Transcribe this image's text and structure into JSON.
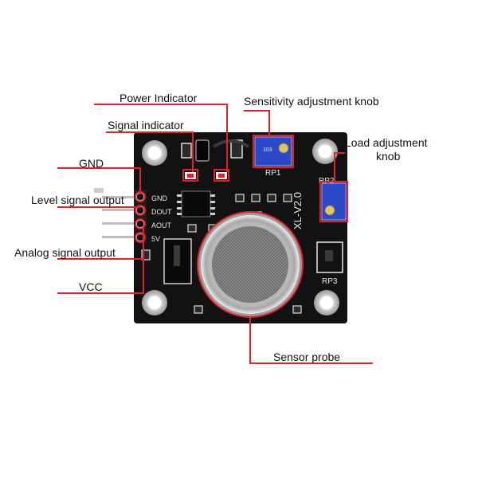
{
  "colors": {
    "background": "#ffffff",
    "board": "#121212",
    "callout_line": "#e0202a",
    "label_text": "#111111",
    "potentiometer": "#2a48c8",
    "silkscreen": "#e8e8e8"
  },
  "callouts": {
    "power_indicator": "Power Indicator",
    "signal_indicator": "Signal indicator",
    "sensitivity_knob": "Sensitivity adjustment knob",
    "load_knob_line1": "Load adjustment",
    "load_knob_line2": "knob",
    "gnd": "GND",
    "level_output": "Level signal output",
    "analog_output": "Analog signal output",
    "vcc": "VCC",
    "sensor_probe": "Sensor probe"
  },
  "silkscreen": {
    "pin_gnd": "GND",
    "pin_dout": "DOUT",
    "pin_aout": "AOUT",
    "pin_5v": "5V",
    "rp1": "RP1",
    "rp2": "RP2",
    "rp3": "RP3",
    "board_version": "XL-V2.0"
  },
  "icons": {
    "sensor": "sensor-mesh-icon",
    "potentiometer": "potentiometer-icon",
    "led": "led-icon"
  }
}
